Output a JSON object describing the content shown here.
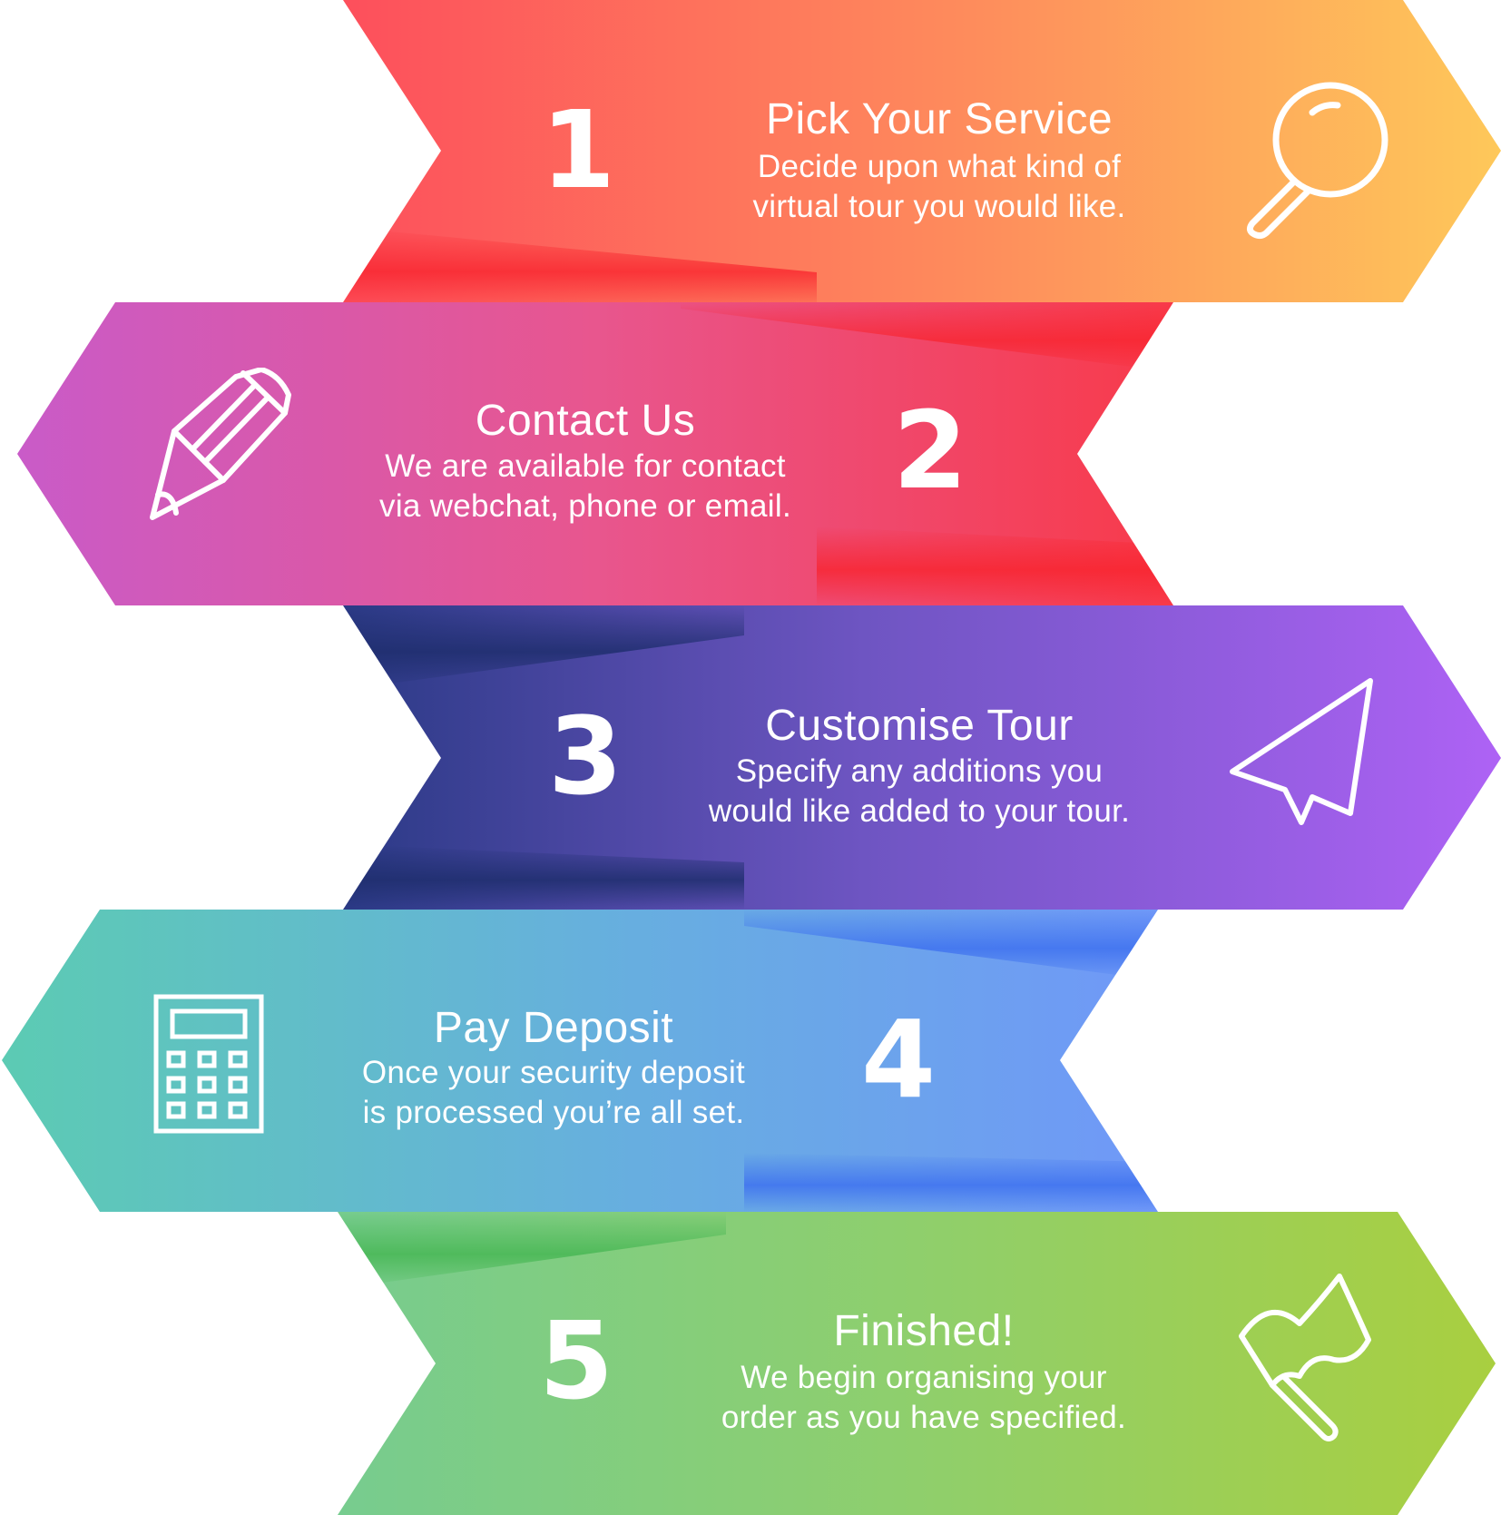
{
  "steps": [
    {
      "number": "1",
      "title": "Pick Your Service",
      "description_lines": [
        "Decide upon what kind of",
        "virtual tour you would like."
      ],
      "icon": "magnifier-icon",
      "colors": [
        "#fd4f5c",
        "#fec85a"
      ]
    },
    {
      "number": "2",
      "title": "Contact Us",
      "description_lines": [
        "We are available for contact",
        "via webchat, phone or email."
      ],
      "icon": "pencil-icon",
      "colors": [
        "#c95bc8",
        "#f83a4a"
      ]
    },
    {
      "number": "3",
      "title": "Customise Tour",
      "description_lines": [
        "Specify any additions you",
        "would like added to your tour."
      ],
      "icon": "paper-plane-icon",
      "colors": [
        "#2b3a86",
        "#ae62f5"
      ]
    },
    {
      "number": "4",
      "title": "Pay Deposit",
      "description_lines": [
        "Once your security deposit",
        "is processed you’re all set."
      ],
      "icon": "calculator-icon",
      "colors": [
        "#5ccbb3",
        "#7098f8"
      ]
    },
    {
      "number": "5",
      "title": "Finished!",
      "description_lines": [
        "We begin organising your",
        "order as you have specified."
      ],
      "icon": "flag-icon",
      "colors": [
        "#77cc8f",
        "#a9cf40"
      ]
    }
  ]
}
